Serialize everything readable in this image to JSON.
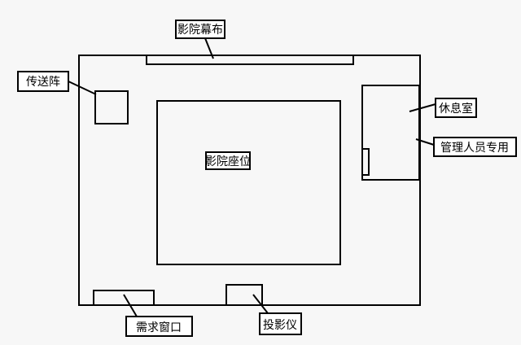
{
  "labels": {
    "screen": "影院幕布",
    "teleporter": "传送阵",
    "seats": "影院座位",
    "lounge": "休息室",
    "staff_only": "管理人员专用",
    "service_window": "需求窗口",
    "projector": "投影仪"
  },
  "colors": {
    "line": "#000000",
    "background": "#f7f7f7"
  }
}
